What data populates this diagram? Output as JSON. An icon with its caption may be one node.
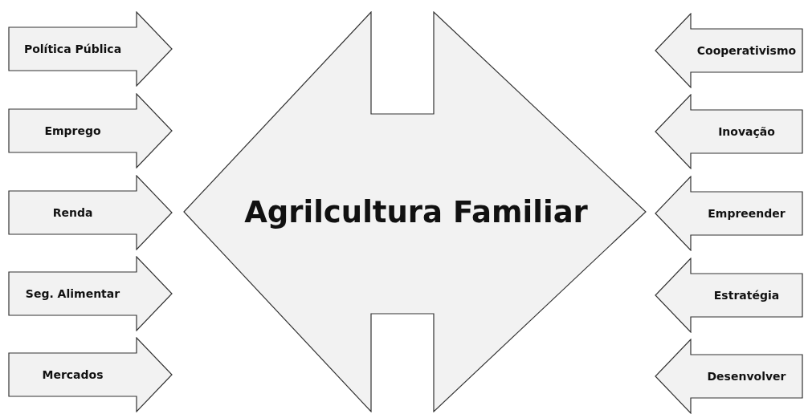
{
  "diagram": {
    "nodes": [
      {
        "text": [
          "Política Pública"
        ]
      },
      {
        "text": [
          "Emprego"
        ]
      },
      {
        "text": [
          "Renda"
        ]
      },
      {
        "text": [
          "Seg. Alimentar"
        ]
      },
      {
        "text": [
          "Mercados"
        ]
      },
      {
        "text": [
          "Agrilcultura Familiar"
        ]
      },
      {
        "text": [
          "Cooperativismo"
        ]
      },
      {
        "text": [
          "Inovação"
        ]
      },
      {
        "text": [
          "Empreender"
        ]
      },
      {
        "text": [
          "Estratégia"
        ]
      },
      {
        "text": [
          "Desenvolver"
        ]
      }
    ]
  }
}
